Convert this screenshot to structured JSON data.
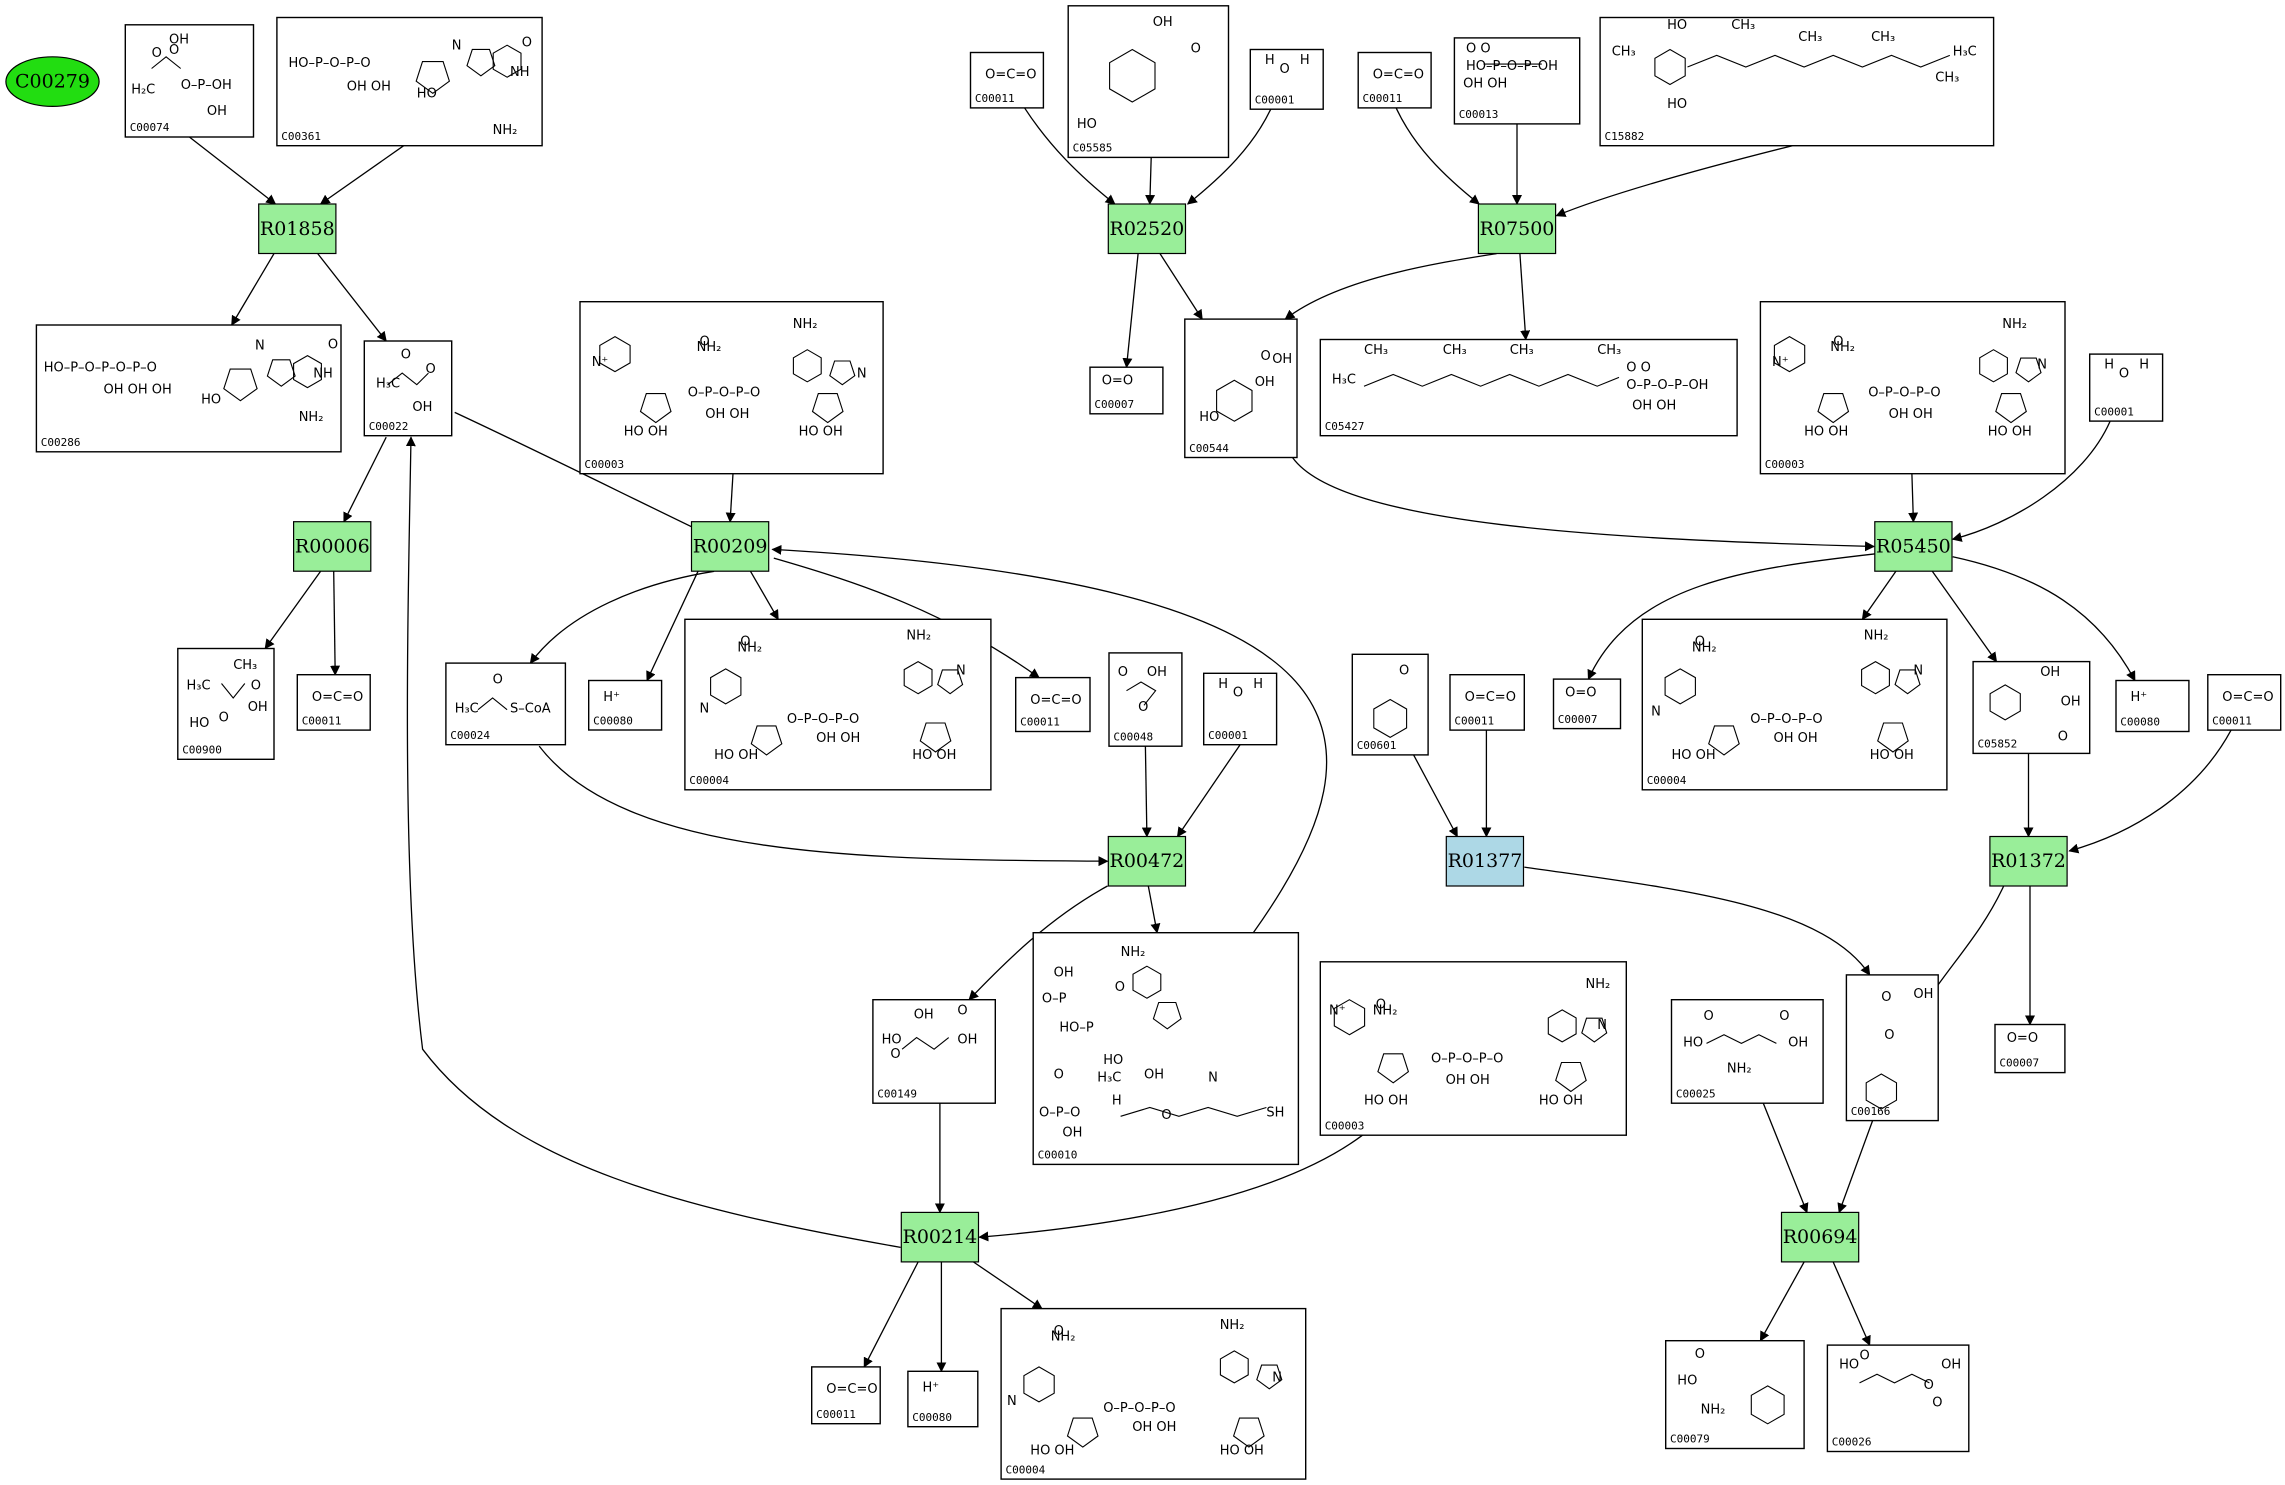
{
  "start_node": {
    "label": "C00279",
    "color": "#22dd11"
  },
  "reaction_colors": {
    "default": "#99ee99",
    "highlight": "#add8e6"
  },
  "reactions": [
    {
      "id": "R01858",
      "style": "default"
    },
    {
      "id": "R00006",
      "style": "default"
    },
    {
      "id": "R00209",
      "style": "default"
    },
    {
      "id": "R02520",
      "style": "default"
    },
    {
      "id": "R07500",
      "style": "default"
    },
    {
      "id": "R05450",
      "style": "default"
    },
    {
      "id": "R00472",
      "style": "default"
    },
    {
      "id": "R01377",
      "style": "highlight"
    },
    {
      "id": "R01372",
      "style": "default"
    },
    {
      "id": "R00214",
      "style": "default"
    },
    {
      "id": "R00694",
      "style": "default"
    }
  ],
  "compounds": [
    {
      "key": "a74",
      "id": "C00074",
      "struct": [
        "OH",
        "O",
        "H₂C",
        "O–P–OH",
        "OH",
        "O"
      ]
    },
    {
      "key": "a361",
      "id": "C00361",
      "struct": [
        "HO–P–O–P–O",
        "OH  OH",
        "HO",
        "N",
        "NH",
        "NH₂",
        "O"
      ]
    },
    {
      "key": "a286",
      "id": "C00286",
      "struct": [
        "HO–P–O–P–O–P–O",
        "OH  OH  OH",
        "HO",
        "N",
        "NH",
        "NH₂",
        "O"
      ]
    },
    {
      "key": "a22",
      "id": "C00022",
      "struct": [
        "O",
        "H₃C",
        "OH",
        "O"
      ]
    },
    {
      "key": "a900",
      "id": "C00900",
      "struct": [
        "CH₃",
        "H₃C",
        "OH",
        "HO",
        "O",
        "O"
      ]
    },
    {
      "key": "a11_1",
      "id": "C00011",
      "struct": [
        "O=C=O"
      ]
    },
    {
      "key": "a3_1",
      "id": "C00003",
      "struct": [
        "NH₂",
        "NH₂",
        "O",
        "N⁺",
        "O–P–O–P–O",
        "OH   OH",
        "HO  OH",
        "HO  OH",
        "N"
      ]
    },
    {
      "key": "a24",
      "id": "C00024",
      "struct": [
        "O",
        "H₃C",
        "S–CoA"
      ]
    },
    {
      "key": "a80_1",
      "id": "C00080",
      "struct": [
        "H⁺"
      ]
    },
    {
      "key": "a4_1",
      "id": "C00004",
      "struct": [
        "NH₂",
        "NH₂",
        "O",
        "N",
        "O–P–O–P–O",
        "OH  OH",
        "HO  OH",
        "HO  OH",
        "N"
      ]
    },
    {
      "key": "a11_2",
      "id": "C00011",
      "struct": [
        "O=C=O"
      ]
    },
    {
      "key": "a48",
      "id": "C00048",
      "struct": [
        "O",
        "OH",
        "O"
      ]
    },
    {
      "key": "a1_1",
      "id": "C00001",
      "struct": [
        "H",
        "O",
        "H"
      ]
    },
    {
      "key": "a149",
      "id": "C00149",
      "struct": [
        "HO",
        "OH",
        "OH",
        "O",
        "O"
      ]
    },
    {
      "key": "a10",
      "id": "C00010",
      "struct": [
        "NH₂",
        "OH",
        "O–P",
        "O",
        "HO–P",
        "O",
        "O–P–O",
        "OH",
        "H₃C",
        "OH",
        "H",
        "N",
        "O",
        "SH",
        "HO"
      ]
    },
    {
      "key": "a11_3",
      "id": "C00011",
      "struct": [
        "O=C=O"
      ]
    },
    {
      "key": "a80_2",
      "id": "C00080",
      "struct": [
        "H⁺"
      ]
    },
    {
      "key": "a4_2",
      "id": "C00004",
      "struct": [
        "NH₂",
        "NH₂",
        "O",
        "N",
        "O–P–O–P–O",
        "OH  OH",
        "HO  OH",
        "HO  OH",
        "N"
      ]
    },
    {
      "key": "a3_2",
      "id": "C00003",
      "struct": [
        "NH₂",
        "NH₂",
        "O",
        "N⁺",
        "O–P–O–P–O",
        "OH  OH",
        "HO  OH",
        "HO  OH",
        "N"
      ]
    },
    {
      "key": "a11_4",
      "id": "C00011",
      "struct": [
        "O=C=O"
      ]
    },
    {
      "key": "a5585",
      "id": "C05585",
      "struct": [
        "OH",
        "O",
        "HO"
      ]
    },
    {
      "key": "a1_2",
      "id": "C00001",
      "struct": [
        "H",
        "O",
        "H"
      ]
    },
    {
      "key": "a7_1",
      "id": "C00007",
      "struct": [
        "O=O"
      ]
    },
    {
      "key": "a11_5",
      "id": "C00011",
      "struct": [
        "O=C=O"
      ]
    },
    {
      "key": "a13",
      "id": "C00013",
      "struct": [
        "O  O",
        "HO–P–O–P–OH",
        "OH  OH"
      ]
    },
    {
      "key": "a15882",
      "id": "C15882",
      "struct": [
        "HO",
        "CH₃",
        "CH₃",
        "CH₃",
        "CH₃",
        "H₃C",
        "CH₃",
        "HO"
      ]
    },
    {
      "key": "a544",
      "id": "C00544",
      "struct": [
        "O",
        "OH",
        "OH",
        "HO"
      ]
    },
    {
      "key": "a5427",
      "id": "C05427",
      "struct": [
        "CH₃",
        "CH₃",
        "CH₃",
        "CH₃",
        "H₃C",
        "O  O",
        "O–P–O–P–OH",
        "OH  OH"
      ]
    },
    {
      "key": "a3_3",
      "id": "C00003",
      "struct": [
        "NH₂",
        "NH₂",
        "O",
        "N⁺",
        "O–P–O–P–O",
        "OH  OH",
        "HO  OH",
        "HO  OH",
        "N"
      ]
    },
    {
      "key": "a1_3",
      "id": "C00001",
      "struct": [
        "H",
        "O",
        "H"
      ]
    },
    {
      "key": "a7_2",
      "id": "C00007",
      "struct": [
        "O=O"
      ]
    },
    {
      "key": "a4_3",
      "id": "C00004",
      "struct": [
        "NH₂",
        "NH₂",
        "O",
        "N",
        "O–P–O–P–O",
        "OH  OH",
        "HO  OH",
        "HO  OH",
        "N"
      ]
    },
    {
      "key": "a5852",
      "id": "C05852",
      "struct": [
        "OH",
        "OH",
        "O"
      ]
    },
    {
      "key": "a80_3",
      "id": "C00080",
      "struct": [
        "H⁺"
      ]
    },
    {
      "key": "a11_6",
      "id": "C00011",
      "struct": [
        "O=C=O"
      ]
    },
    {
      "key": "a601",
      "id": "C00601",
      "struct": [
        "O"
      ]
    },
    {
      "key": "a11_7",
      "id": "C00011",
      "struct": [
        "O=C=O"
      ]
    },
    {
      "key": "a166",
      "id": "C00166",
      "struct": [
        "O",
        "OH",
        "O"
      ]
    },
    {
      "key": "a7_3",
      "id": "C00007",
      "struct": [
        "O=O"
      ]
    },
    {
      "key": "a25",
      "id": "C00025",
      "struct": [
        "HO",
        "O",
        "OH",
        "O",
        "NH₂"
      ]
    },
    {
      "key": "a79",
      "id": "C00079",
      "struct": [
        "HO",
        "O",
        "NH₂"
      ]
    },
    {
      "key": "a26",
      "id": "C00026",
      "struct": [
        "HO",
        "O",
        "O",
        "OH",
        "O"
      ]
    }
  ]
}
